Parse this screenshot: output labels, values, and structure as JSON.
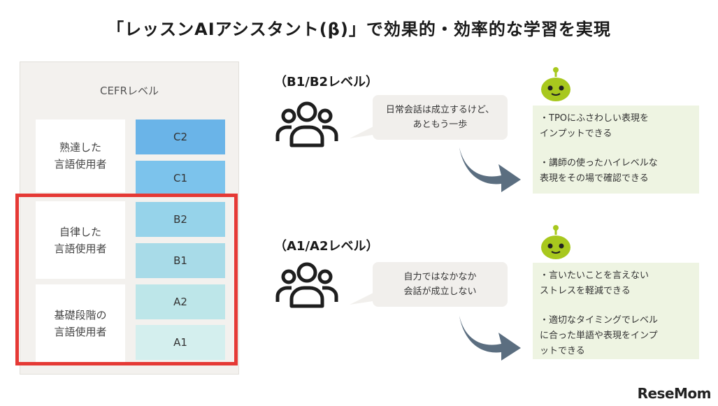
{
  "title": "「レッスンAIアシスタント(β)」で効果的・効率的な学習を実現",
  "cefr": {
    "heading": "CEFRレベル",
    "groups": [
      {
        "label": "熟達した\n言語使用者"
      },
      {
        "label": "自律した\n言語使用者"
      },
      {
        "label": "基礎段階の\n言語使用者"
      }
    ],
    "levels": [
      {
        "label": "C2",
        "color": "#6ab4e8"
      },
      {
        "label": "C1",
        "color": "#7cc3ec"
      },
      {
        "label": "B2",
        "color": "#96d3ea"
      },
      {
        "label": "B1",
        "color": "#a8dbe8"
      },
      {
        "label": "A2",
        "color": "#bde6e9"
      },
      {
        "label": "A1",
        "color": "#d4efee"
      }
    ],
    "highlight_color": "#e53935"
  },
  "sections": [
    {
      "heading": "（B1/B2レベル）",
      "bubble": "日常会話は成立するけど、\nあともう一歩",
      "points": [
        "・TPOにふさわしい表現を\nインプットできる",
        "・講師の使ったハイレベルな\n表現をその場で確認できる"
      ]
    },
    {
      "heading": "（A1/A2レベル）",
      "bubble": "自力ではなかなか\n会話が成立しない",
      "points": [
        "・言いたいことを言えない\nストレスを軽減できる",
        "・適切なタイミングでレベル\nに合った単語や表現をインプ\nットできる"
      ]
    }
  ],
  "icons": {
    "people": "people-group-icon",
    "arrow": "curved-arrow-icon",
    "robot": "robot-icon"
  },
  "colors": {
    "robot": "#a8c81e",
    "arrow": "#5b6e80",
    "result_bg": "#eef4e2"
  },
  "brand": "ReseMom"
}
